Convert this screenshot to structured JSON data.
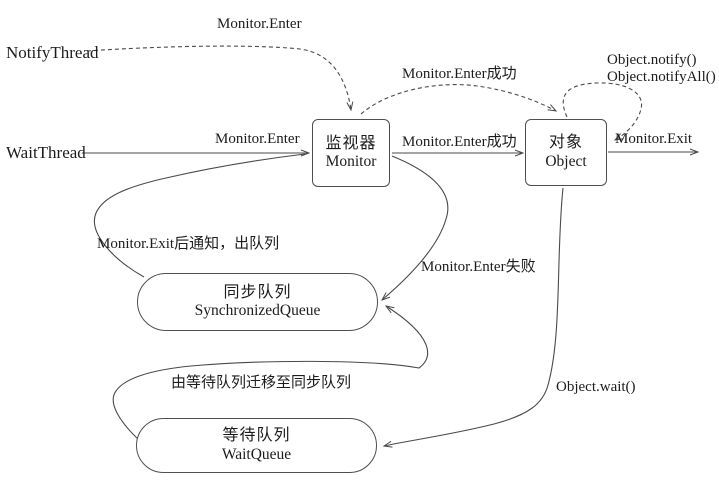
{
  "diagram": {
    "threads": {
      "notify": "NotifyThread",
      "wait": "WaitThread"
    },
    "nodes": {
      "monitor": {
        "name_cn": "监视器",
        "name_en": "Monitor"
      },
      "object": {
        "name_cn": "对象",
        "name_en": "Object"
      },
      "sync_queue": {
        "name_cn": "同步队列",
        "name_en": "SynchronizedQueue"
      },
      "wait_queue": {
        "name_cn": "等待队列",
        "name_en": "WaitQueue"
      }
    },
    "labels": {
      "notify_monitor_enter": "Monitor.Enter",
      "wait_monitor_enter": "Monitor.Enter",
      "enter_success_arc": "Monitor.Enter成功",
      "enter_success_line": "Monitor.Enter成功",
      "object_notify": "Object.notify()",
      "object_notify_all": "Object.notifyAll()",
      "monitor_exit": "Monitor.Exit",
      "exit_notify_dequeue": "Monitor.Exit后通知，出队列",
      "enter_fail": "Monitor.Enter失败",
      "migrate_wait_to_sync": "由等待队列迁移至同步队列",
      "object_wait": "Object.wait()"
    },
    "colors": {
      "line": "#4a4a4a",
      "text": "#1c1c1c",
      "background": "#ffffff"
    }
  }
}
